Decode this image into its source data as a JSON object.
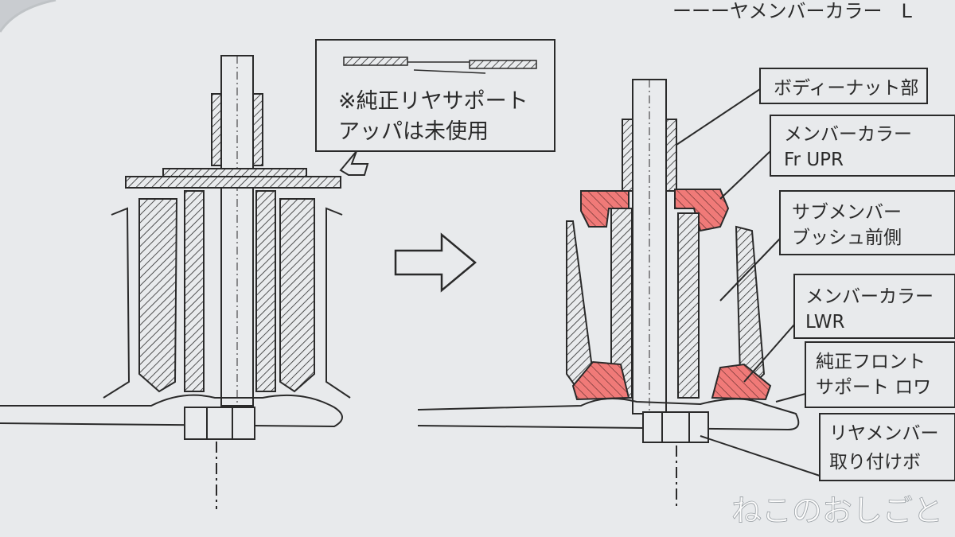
{
  "header_partial": "ーーーヤメンバーカラー　L",
  "note_lines": [
    "※純正リヤサポート",
    "アッパは未使用"
  ],
  "callouts": [
    {
      "lines": [
        "ボディーナット部"
      ]
    },
    {
      "lines": [
        "メンバーカラー",
        "Fr UPR"
      ]
    },
    {
      "lines": [
        "サブメンバー",
        "ブッシュ前側"
      ]
    },
    {
      "lines": [
        "メンバーカラー",
        "LWR"
      ]
    },
    {
      "lines": [
        "純正フロント",
        "サポート ロワ"
      ]
    },
    {
      "lines": [
        "リヤメンバー",
        "取り付けボ"
      ]
    }
  ],
  "watermark": "ねこのおしごと",
  "colors": {
    "highlight": "#f07a78",
    "paper": "#e8eaec",
    "ink": "#2a2a2a"
  }
}
